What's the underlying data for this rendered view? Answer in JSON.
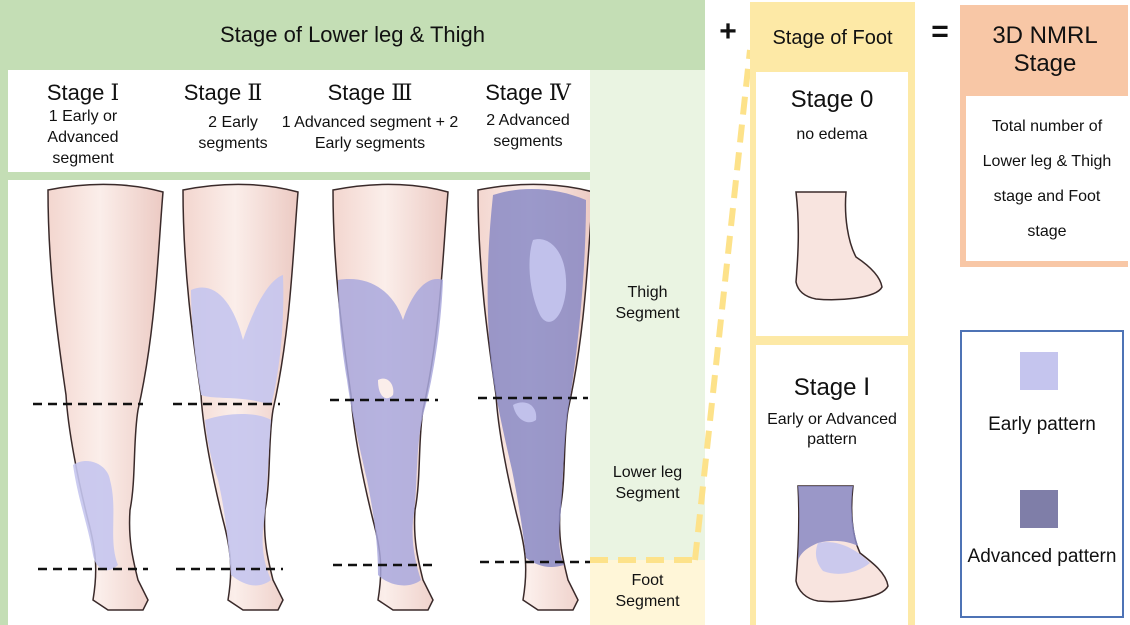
{
  "header": {
    "lower_leg_thigh_title": "Stage of Lower leg & Thigh",
    "plus": "+",
    "foot_title": "Stage of Foot",
    "equals": "=",
    "nmrl_title": "3D NMRL Stage"
  },
  "leg_stages": [
    {
      "word": "Stage",
      "numeral": "Ⅰ",
      "desc": "1 Early or Advanced segment"
    },
    {
      "word": "Stage",
      "numeral": "Ⅱ",
      "desc": "2 Early segments"
    },
    {
      "word": "Stage",
      "numeral": "Ⅲ",
      "desc": "1 Advanced segment + 2 Early segments"
    },
    {
      "word": "Stage",
      "numeral": "Ⅳ",
      "desc": "2 Advanced segments"
    }
  ],
  "segments": {
    "thigh": "Thigh Segment",
    "lower_leg": "Lower leg Segment",
    "foot": "Foot Segment"
  },
  "foot_stages": [
    {
      "title": "Stage 0",
      "desc": "no edema"
    },
    {
      "title": "Stage Ⅰ",
      "desc": "Early or Advanced pattern"
    }
  ],
  "nmrl_desc": "Total number of Lower leg & Thigh stage and Foot stage",
  "legend": [
    {
      "label": "Early pattern",
      "color": "#c5c5ee"
    },
    {
      "label": "Advanced pattern",
      "color": "#7f7ea8"
    }
  ],
  "colors": {
    "green_header": "#c4deb5",
    "pale_green": "#eaf4e2",
    "yellow_header": "#fde9a6",
    "salmon_header": "#f8c7a6",
    "skin": "#f8e4df",
    "early": "#c5c5ee",
    "advanced": "#8a89c4",
    "legend_border": "#4e73b5"
  }
}
